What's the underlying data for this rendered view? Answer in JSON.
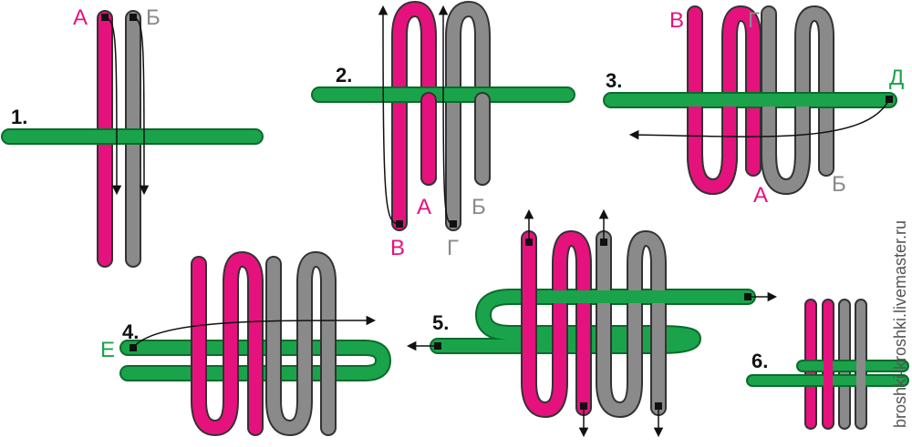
{
  "colors": {
    "pink": "#e5127d",
    "gray": "#8a8a8a",
    "green": "#1aa34a",
    "dark": "#111111",
    "pink_label": "#e5127d",
    "gray_label": "#8a8a8a",
    "green_label": "#1aa34a"
  },
  "steps": [
    {
      "number": "1.",
      "labels": [
        "А",
        "Б"
      ]
    },
    {
      "number": "2.",
      "labels": [
        "А",
        "Б",
        "В",
        "Г"
      ]
    },
    {
      "number": "3.",
      "labels": [
        "В",
        "Г",
        "Д",
        "А",
        "Б"
      ]
    },
    {
      "number": "4.",
      "labels": [
        "Е"
      ]
    },
    {
      "number": "5.",
      "labels": []
    },
    {
      "number": "6.",
      "labels": []
    }
  ],
  "watermark": "broshki-kroshki.livemaster.ru"
}
